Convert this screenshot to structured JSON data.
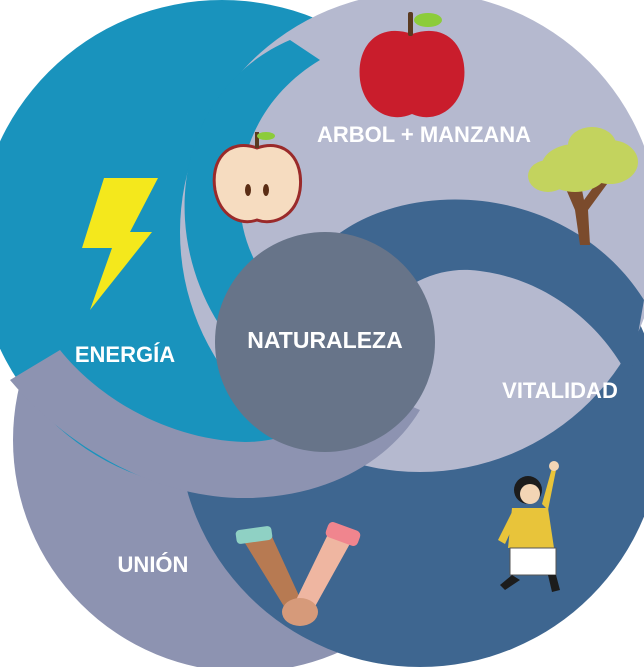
{
  "diagram": {
    "center": {
      "label": "NATURALEZA"
    },
    "segments": [
      {
        "id": "energia",
        "label": "ENERGÍA",
        "icon": "lightning-bolt-icon"
      },
      {
        "id": "arbol",
        "label": "ARBOL + MANZANA",
        "icon": "apple-and-tree-icons"
      },
      {
        "id": "vitalidad",
        "label": "VITALIDAD",
        "icon": "jumping-person-icon"
      },
      {
        "id": "union",
        "label": "UNIÓN",
        "icon": "holding-hands-icon"
      }
    ]
  },
  "colors": {
    "energia": "#1993bd",
    "arbol": "#b5b9cf",
    "vitalidad": "#3e6690",
    "union": "#8d93b1",
    "center": "#677489",
    "bolt": "#f4e81c",
    "apple": "#c91d2c",
    "leaf": "#8ccc3a",
    "tree_canopy": "#c3d35e",
    "tree_trunk": "#7b4b2c"
  }
}
